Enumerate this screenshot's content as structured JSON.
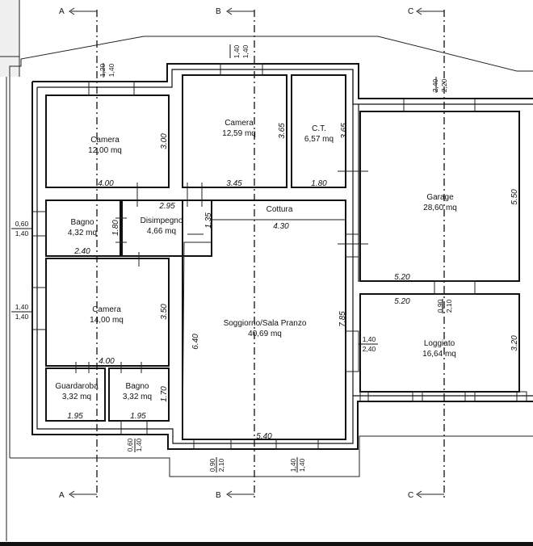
{
  "sections": {
    "A": "A",
    "B": "B",
    "C": "C"
  },
  "rooms": {
    "camera1": {
      "name": "Camera",
      "area": "12,00 mq"
    },
    "camera2": {
      "name": "Camera",
      "area": "12,59 mq"
    },
    "ct": {
      "name": "C.T.",
      "area": "6,57 mq"
    },
    "garage": {
      "name": "Garage",
      "area": "28,60 mq"
    },
    "bagno1": {
      "name": "Bagno",
      "area": "4,32 mq"
    },
    "disimpegno": {
      "name": "Disimpegno",
      "area": "4,66 mq"
    },
    "cottura": {
      "name": "Cottura"
    },
    "camera3": {
      "name": "Camera",
      "area": "14,00 mq"
    },
    "soggiorno": {
      "name": "Soggiorno/Sala Pranzo",
      "area": "40,69 mq"
    },
    "loggiato": {
      "name": "Loggiato",
      "area": "16,64 mq"
    },
    "guardaroba": {
      "name": "Guardaroba",
      "area": "3,32 mq"
    },
    "bagno2": {
      "name": "Bagno",
      "area": "3,32 mq"
    }
  },
  "dimensions": {
    "camera1_w": "4.00",
    "camera1_h": "3.00",
    "camera2_w": "3.45",
    "camera2_h": "3.65",
    "ct_w": "1.80",
    "ct_h": "3.65",
    "garage_h": "5.50",
    "garage_w": "5.20",
    "loggiato_w": "5.20",
    "loggiato_h": "3.20",
    "disimpegno_w": "2.95",
    "disimpegno_h": "1.35",
    "bagno1_w": "2.40",
    "bagno1_h": "1.80",
    "cottura_w": "4.30",
    "camera3_w": "4.00",
    "camera3_h": "3.50",
    "soggiorno_h1": "6.40",
    "soggiorno_h2": "7.85",
    "soggiorno_w": "5.40",
    "guardaroba_w": "1.95",
    "bagno2_w": "1.95",
    "bagno2_h": "1.70"
  },
  "openings": {
    "top_camera": [
      "1,20",
      "1,40"
    ],
    "top_camera2": [
      "1,40",
      "1,40"
    ],
    "top_garage": [
      "2,40",
      "2,20"
    ],
    "left_bagno": [
      "0,60",
      "1,40"
    ],
    "left_camera": [
      "1,40",
      "1,40"
    ],
    "right_soggiorno": [
      "1,40",
      "2,40"
    ],
    "loggiato_door": [
      "0,90",
      "2,10"
    ],
    "bottom_bagno": [
      "0,60",
      "1,40"
    ],
    "bottom_door": [
      "0,90",
      "2,10"
    ],
    "bottom_window": [
      "1,40",
      "1,40"
    ]
  }
}
